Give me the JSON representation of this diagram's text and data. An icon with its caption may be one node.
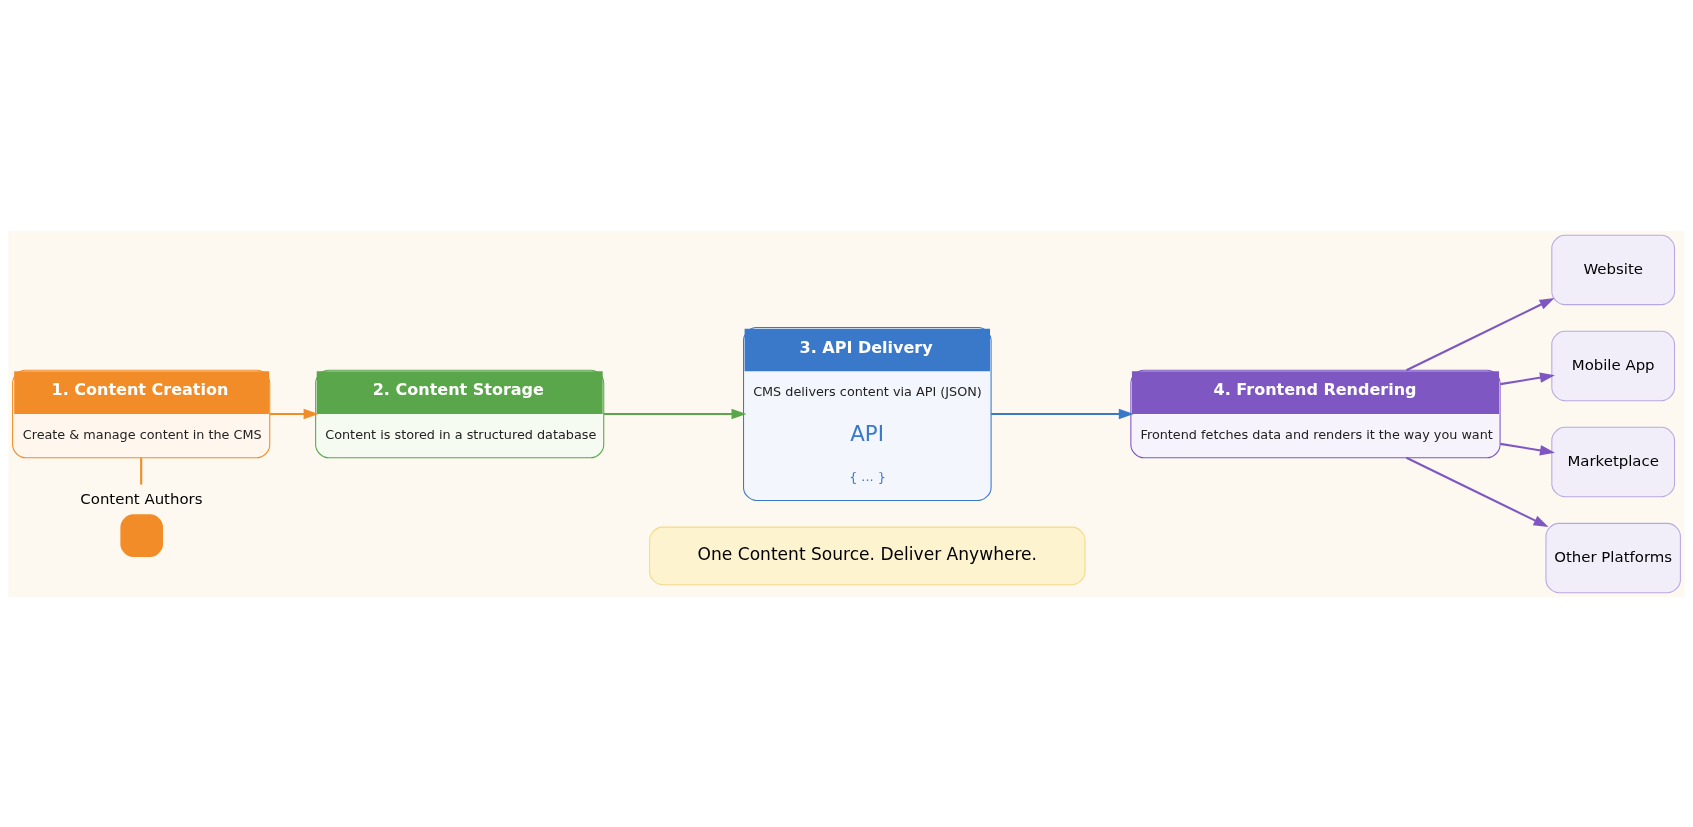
{
  "diagram": {
    "nodes": [
      {
        "text": [
          "1. Content Creation",
          "Create & manage content in the CMS"
        ]
      },
      {
        "text": [
          "2. Content Storage",
          "Content is stored in a structured database"
        ]
      },
      {
        "text": [
          "3. API Delivery",
          "CMS delivers content via API (JSON)",
          "API",
          "{ ... }"
        ]
      },
      {
        "text": [
          "4. Frontend Rendering",
          "Frontend fetches data and renders it the way you want"
        ]
      },
      {
        "text": [
          "Website"
        ]
      },
      {
        "text": [
          "Mobile App"
        ]
      },
      {
        "text": [
          "Marketplace"
        ]
      },
      {
        "text": [
          "Other Platforms"
        ]
      },
      {
        "text": [
          "Content Authors"
        ]
      },
      {
        "text": [
          "One Content Source. Deliver Anywhere."
        ]
      }
    ],
    "edges": [
      {
        "from": 0,
        "to": 1,
        "arrow": "to",
        "color": "#f28c28"
      },
      {
        "from": 1,
        "to": 2,
        "arrow": "to",
        "color": "#5aa64a"
      },
      {
        "from": 2,
        "to": 3,
        "arrow": "to",
        "color": "#3a78c9"
      },
      {
        "from": 3,
        "to": 4,
        "arrow": "to"
      },
      {
        "from": 3,
        "to": 5,
        "arrow": "to"
      },
      {
        "from": 3,
        "to": 6,
        "arrow": "to"
      },
      {
        "from": 3,
        "to": 7,
        "arrow": "to"
      },
      {
        "from": 0,
        "to": 8,
        "arrow": "none",
        "color": "#f28c28"
      }
    ]
  }
}
